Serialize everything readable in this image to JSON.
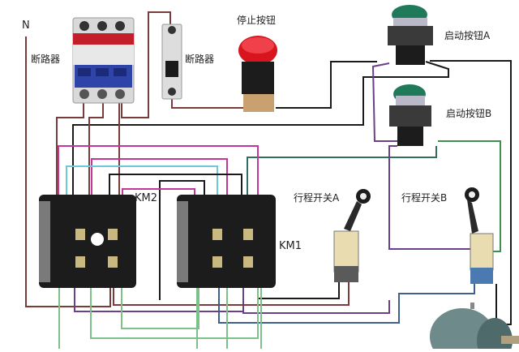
{
  "diagram": {
    "title": "",
    "labels": {
      "neutral": "N",
      "breaker_3p": "断路器",
      "breaker_1p": "断路器",
      "stop_button": "停止按钮",
      "start_button_a": "启动按钮A",
      "start_button_b": "启动按钮B",
      "contactor_km2": "KM2",
      "contactor_km1": "KM1",
      "limit_switch_a": "行程开关A",
      "limit_switch_b": "行程开关B"
    },
    "components": [
      {
        "id": "breaker-3p",
        "type": "three-pole circuit breaker"
      },
      {
        "id": "breaker-1p",
        "type": "single-pole circuit breaker"
      },
      {
        "id": "stop-button",
        "type": "red mushroom emergency stop button"
      },
      {
        "id": "start-button-a",
        "type": "green push button"
      },
      {
        "id": "start-button-b",
        "type": "green push button"
      },
      {
        "id": "contactor-km2",
        "type": "AC contactor"
      },
      {
        "id": "contactor-km1",
        "type": "AC contactor"
      },
      {
        "id": "limit-switch-a",
        "type": "roller lever limit switch"
      },
      {
        "id": "limit-switch-b",
        "type": "roller lever limit switch"
      },
      {
        "id": "motor",
        "type": "three-phase motor"
      }
    ],
    "colors": {
      "wire_brown": "#7a3b3b",
      "wire_black": "#1a1a1a",
      "wire_magenta": "#c0399a",
      "wire_purple": "#6b3f8a",
      "wire_cyan": "#6cc9d6",
      "wire_green": "#3f8f4f",
      "wire_lightgreen": "#7cc08a",
      "wire_blue": "#3f5f8f",
      "wire_darkgreen": "#2f6f5f",
      "breaker_blue": "#2f44a8",
      "stop_red": "#d8141e",
      "button_green": "#1f7a5a",
      "contactor_black": "#1c1c1c",
      "motor_gray": "#6f8a8a"
    }
  }
}
